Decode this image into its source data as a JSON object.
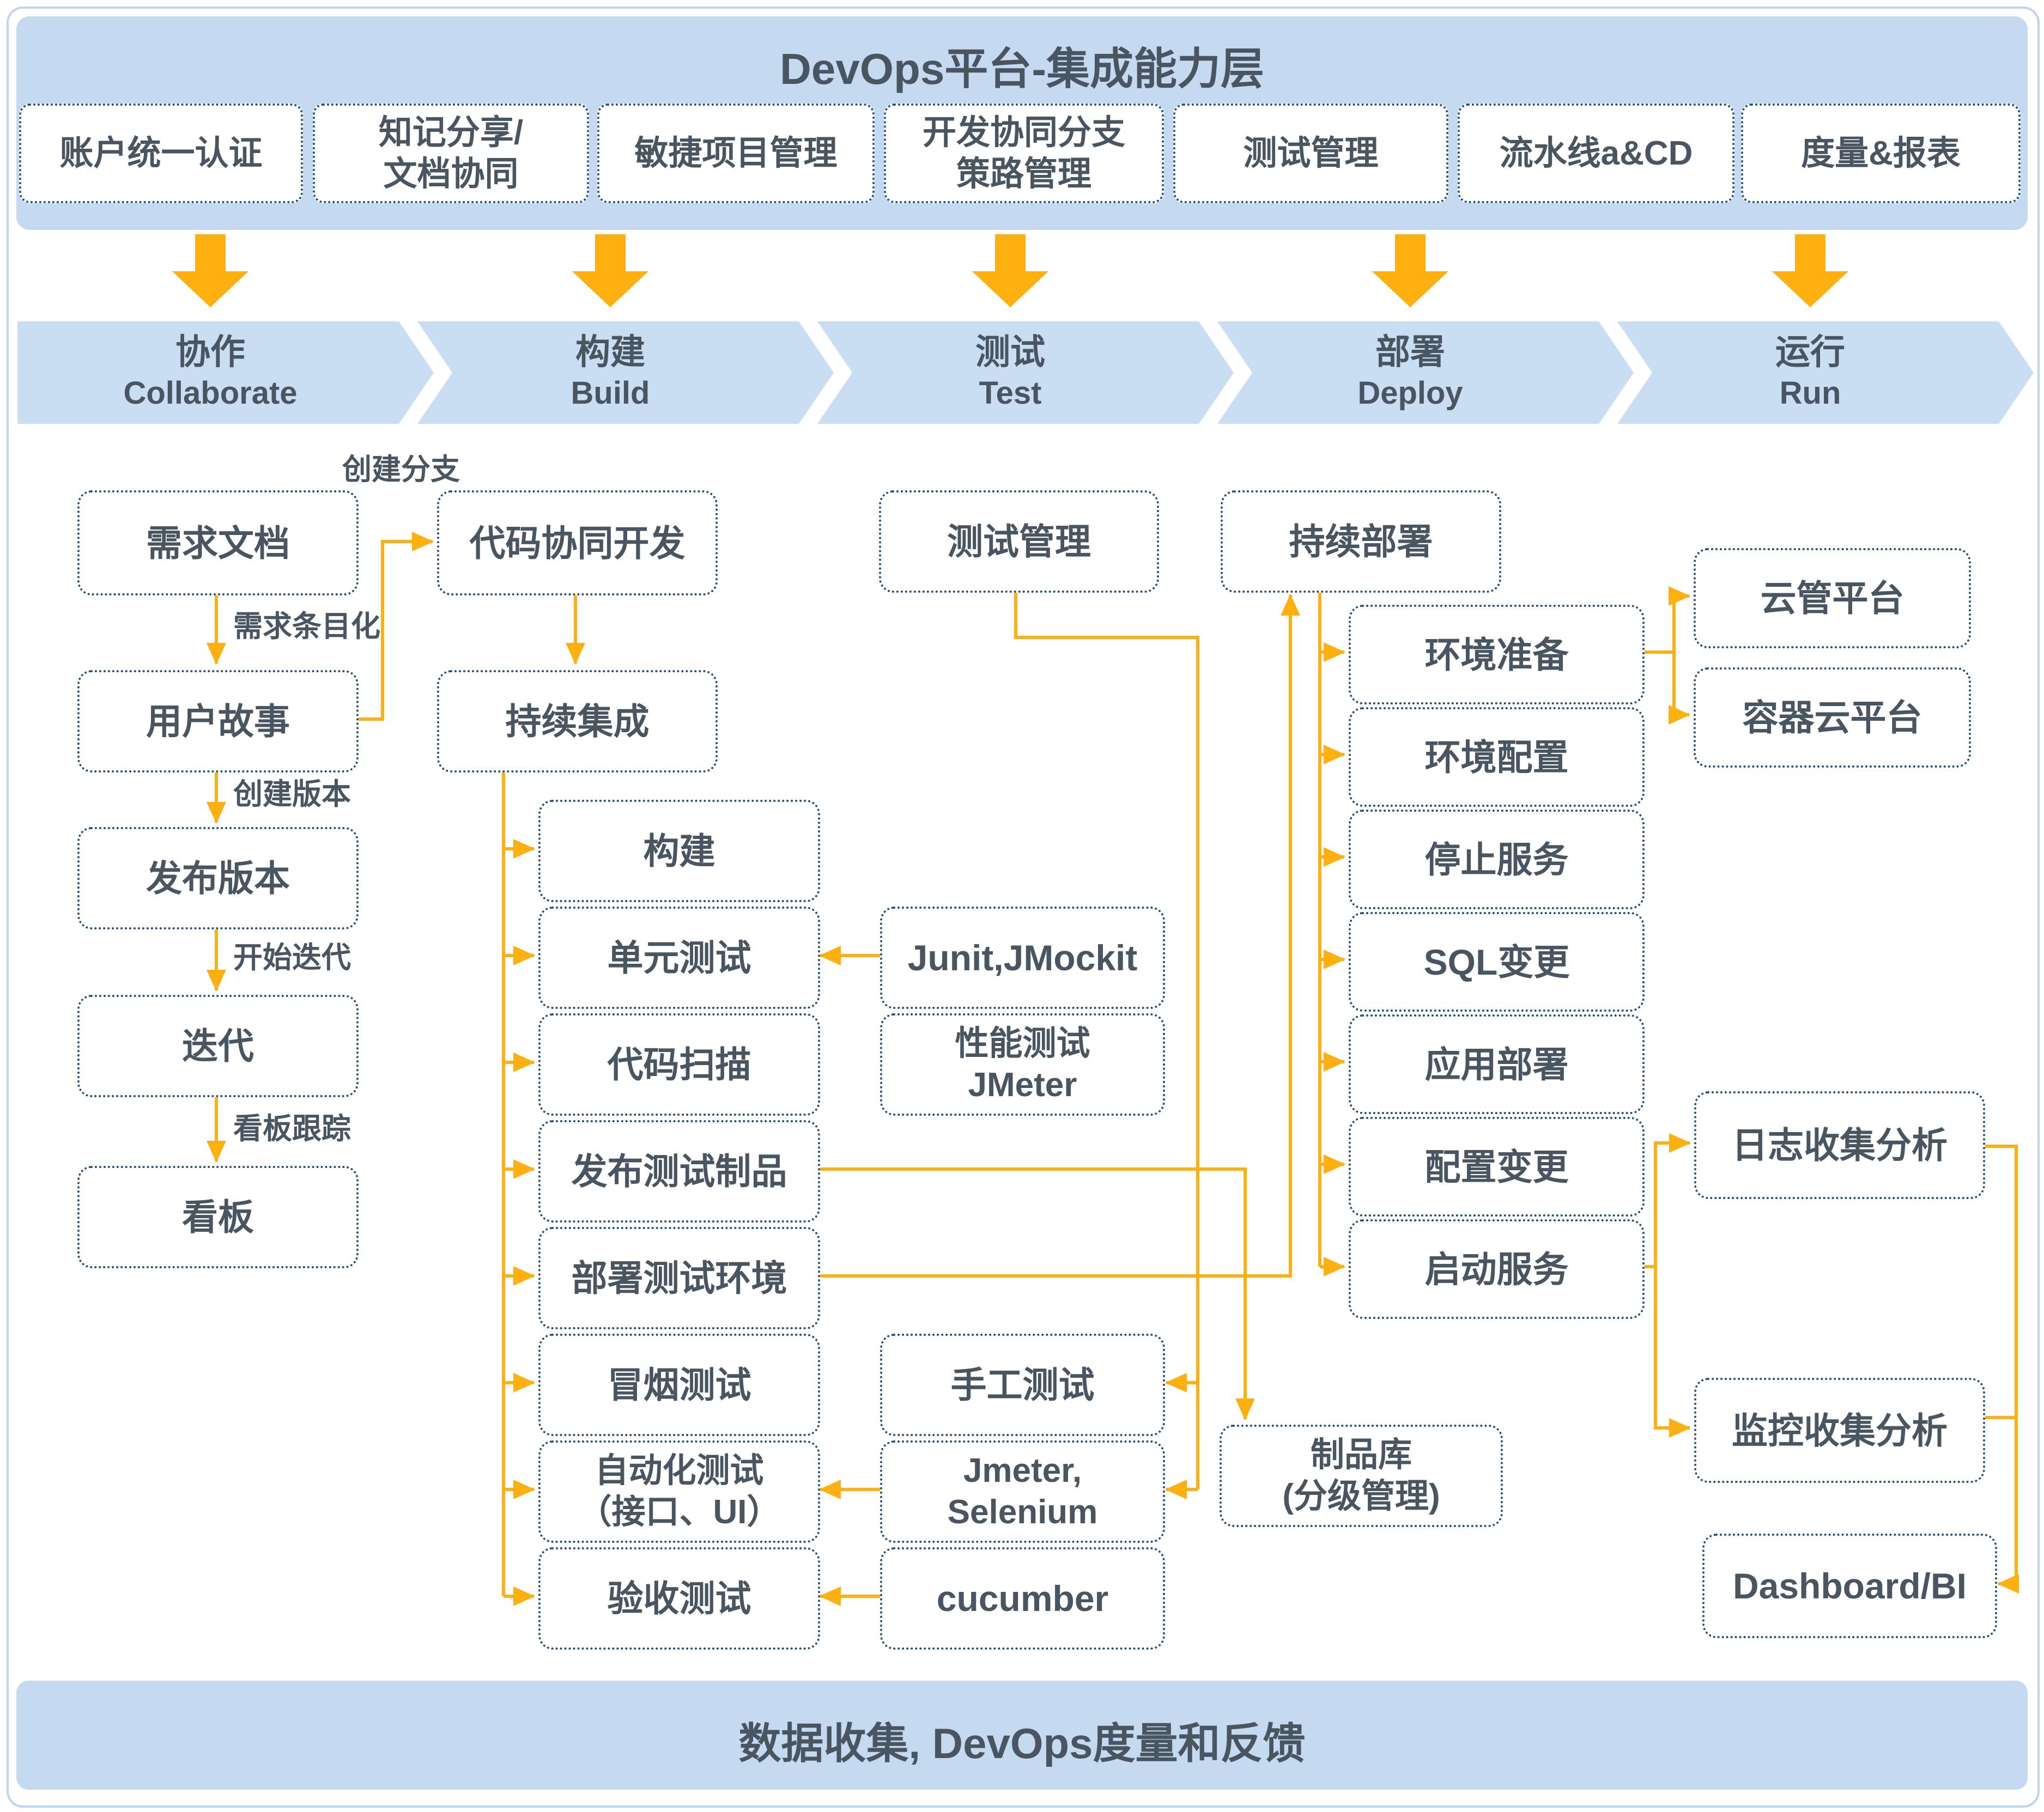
{
  "header": {
    "title": "DevOps平台-集成能力层",
    "capabilities": [
      "账户统一认证",
      "知记分享/\n文档协同",
      "敏捷项目管理",
      "开发协同分支\n策路管理",
      "测试管理",
      "流水线a&CD",
      "度量&报表"
    ]
  },
  "stages": [
    {
      "cn": "协作",
      "en": "Collaborate"
    },
    {
      "cn": "构建",
      "en": "Build"
    },
    {
      "cn": "测试",
      "en": "Test"
    },
    {
      "cn": "部署",
      "en": "Deploy"
    },
    {
      "cn": "运行",
      "en": "Run"
    }
  ],
  "nodes": {
    "req_doc": "需求文档",
    "user_story": "用户故事",
    "release_version": "发布版本",
    "iteration": "迭代",
    "kanban": "看板",
    "code_dev": "代码协同开发",
    "ci": "持续集成",
    "build": "构建",
    "unit_test": "单元测试",
    "code_scan": "代码扫描",
    "publish_artifact": "发布测试制品",
    "deploy_test_env": "部署测试环境",
    "smoke_test": "冒烟测试",
    "auto_test": "自动化测试\n（接口、UI）",
    "acceptance_test": "验收测试",
    "test_mgmt": "测试管理",
    "junit": "Junit,JMockit",
    "perf_test": "性能测试\nJMeter",
    "manual_test": "手工测试",
    "jmeter_selenium": "Jmeter,\nSelenium",
    "cucumber": "cucumber",
    "cd": "持续部署",
    "env_prepare": "环境准备",
    "env_config": "环境配置",
    "stop_service": "停止服务",
    "sql_change": "SQL变更",
    "app_deploy": "应用部署",
    "config_change": "配置变更",
    "start_service": "启动服务",
    "artifact_repo": "制品库\n(分级管理)",
    "cloud_mgmt": "云管平台",
    "container_cloud": "容器云平台",
    "log_analysis": "日志收集分析",
    "monitor_analysis": "监控收集分析",
    "dashboard": "Dashboard/BI"
  },
  "edge_labels": {
    "create_branch": "创建分支",
    "itemize_req": "需求条目化",
    "create_version": "创建版本",
    "start_iteration": "开始迭代",
    "kanban_track": "看板跟踪"
  },
  "footer": {
    "title": "数据收集, DevOps度量和反馈"
  },
  "colors": {
    "accent_orange": "#FFB011",
    "panel_blue": "#C5D9F1",
    "chevron_blue": "#C9DDF3",
    "border_navy": "#1F4E79",
    "text_slate": "#4A5562"
  }
}
